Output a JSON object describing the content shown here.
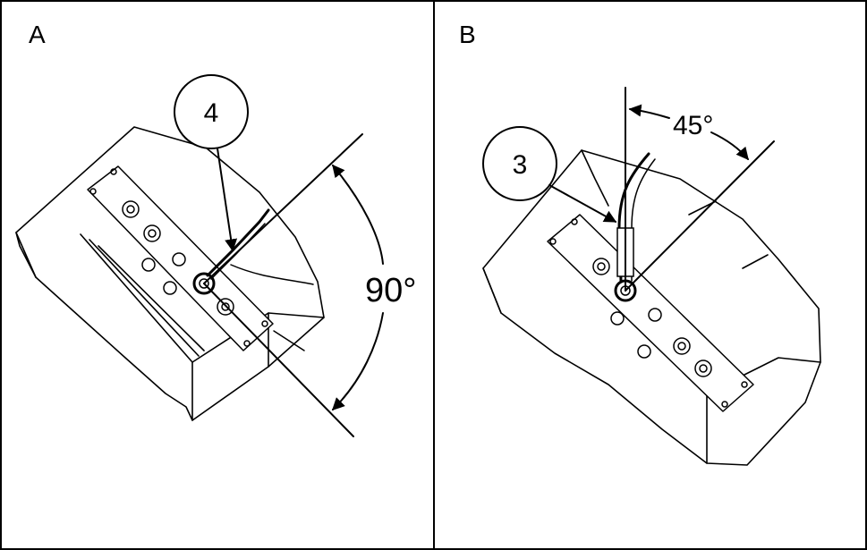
{
  "panels": [
    {
      "letter": "A",
      "callout": "4",
      "angle_label": "90°"
    },
    {
      "letter": "B",
      "callout": "3",
      "angle_label": "45°"
    }
  ],
  "colors": {
    "line": "#000000",
    "background": "#ffffff"
  }
}
